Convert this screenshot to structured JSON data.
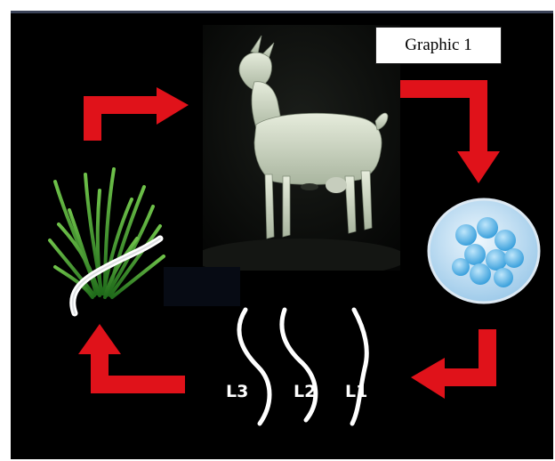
{
  "graphic_label": "Graphic 1",
  "larva_labels": [
    "L3",
    "L2",
    "L1"
  ],
  "colors": {
    "arrow": "#e0121a",
    "background": "#000000",
    "grass": "#3c9a2c",
    "egg": "#6fc3ee",
    "egg_dish": "#c9e4f7",
    "larva": "#ffffff"
  },
  "icons": [
    "goat",
    "grass-blades",
    "egg-dish",
    "larva",
    "cycle-arrow"
  ]
}
